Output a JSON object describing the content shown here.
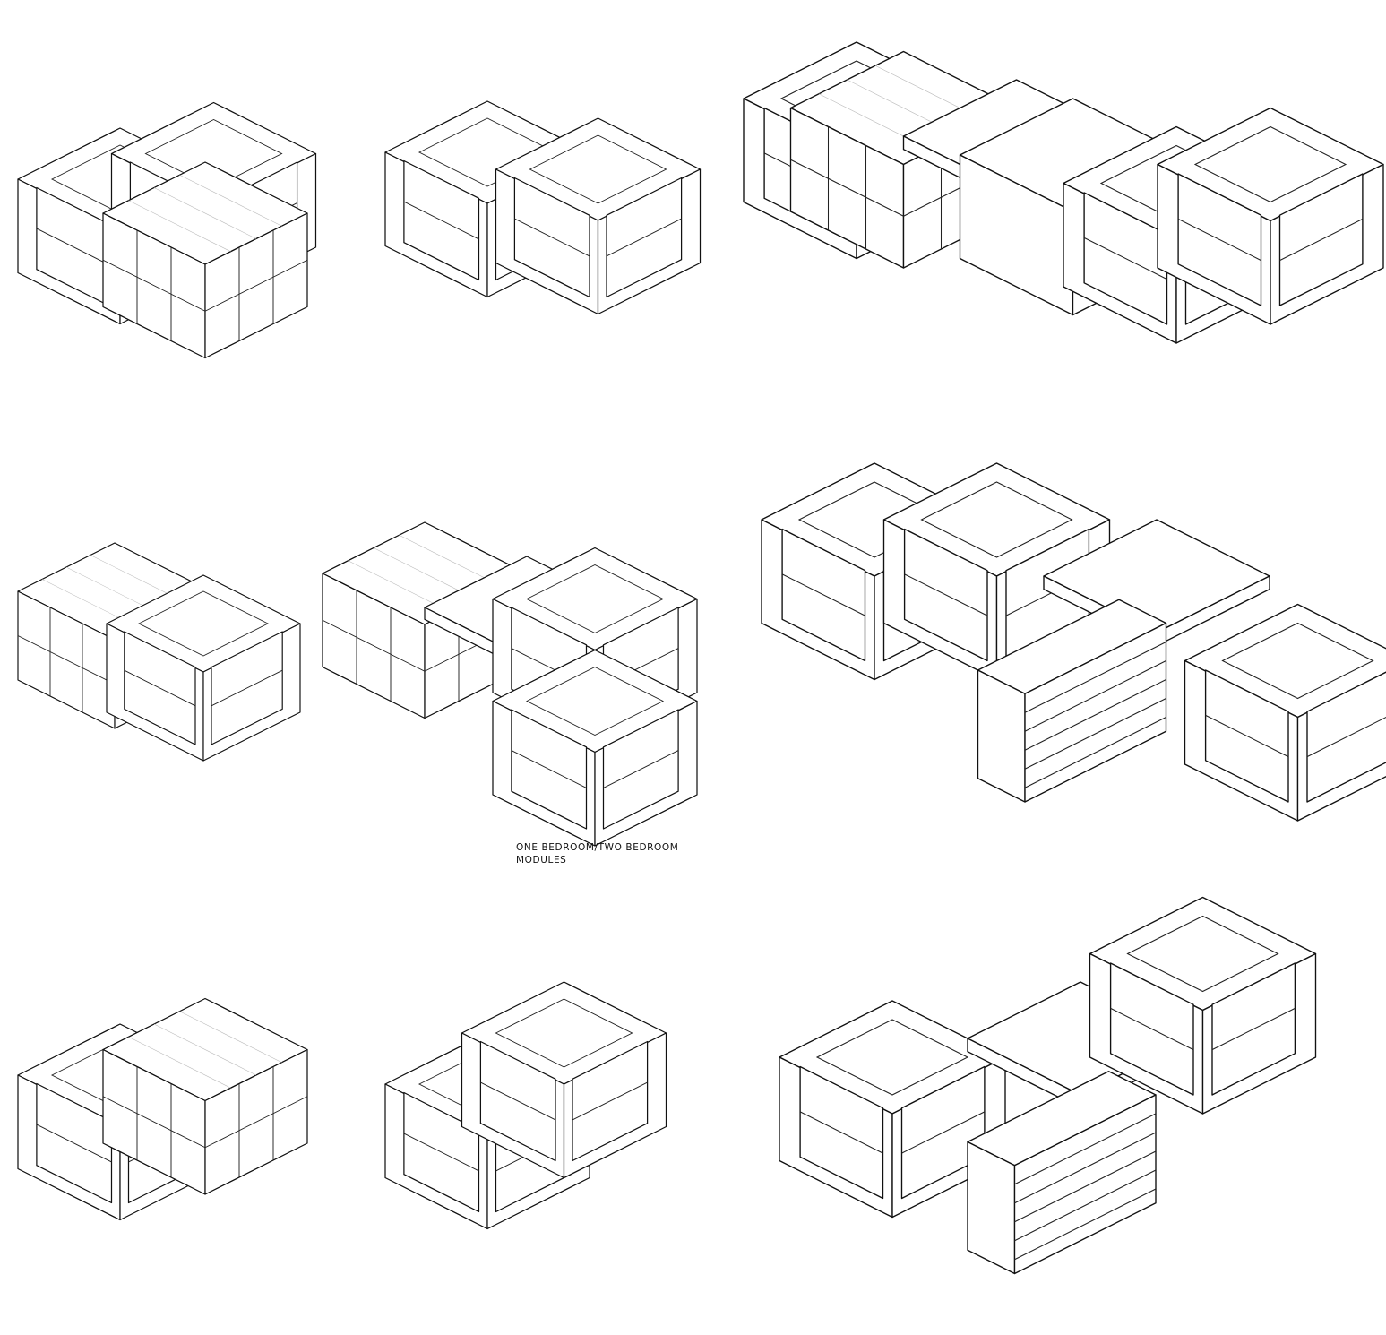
{
  "caption": {
    "line1": "ONE BEDROOM/TWO BEDROOM",
    "line2": "MODULES"
  },
  "modules": [
    {
      "id": "module-1",
      "description_kind": "one-bedroom"
    },
    {
      "id": "module-2",
      "description_kind": "two-bedroom"
    },
    {
      "id": "module-3",
      "description_kind": "combined"
    },
    {
      "id": "module-4",
      "description_kind": "one-bedroom"
    },
    {
      "id": "module-5",
      "description_kind": "two-bedroom"
    },
    {
      "id": "module-6",
      "description_kind": "combined"
    },
    {
      "id": "module-7",
      "description_kind": "one-bedroom"
    },
    {
      "id": "module-8",
      "description_kind": "two-bedroom"
    },
    {
      "id": "module-9",
      "description_kind": "combined"
    }
  ],
  "colors": {
    "line": "#111111",
    "paper": "#ffffff"
  }
}
